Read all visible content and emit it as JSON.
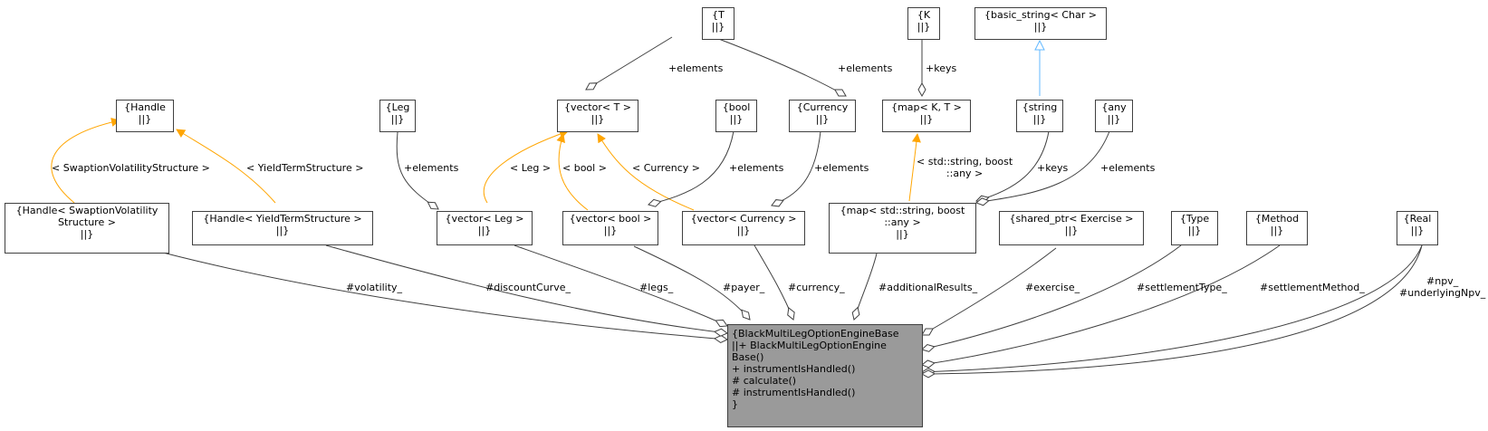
{
  "nodes": {
    "main": "{BlackMultiLegOptionEngineBase\n||+ BlackMultiLegOptionEngine\nBase()\n+ instrumentIsHandled()\n# calculate()\n# instrumentIsHandled()\n}",
    "T": "{T\n||}",
    "K": "{K\n||}",
    "basic_string": "{basic_string< Char >\n||}",
    "handle": "{Handle\n||}",
    "leg": "{Leg\n||}",
    "vector_T": "{vector< T >\n||}",
    "bool": "{bool\n||}",
    "currency": "{Currency\n||}",
    "map_KT": "{map< K, T >\n||}",
    "string": "{string\n||}",
    "any": "{any\n||}",
    "handle_swaption": "{Handle< SwaptionVolatility\nStructure >\n||}",
    "handle_yield": "{Handle< YieldTermStructure >\n||}",
    "vector_leg": "{vector< Leg >\n||}",
    "vector_bool": "{vector< bool >\n||}",
    "vector_currency": "{vector< Currency >\n||}",
    "map_string_any": "{map< std::string, boost\n::any >\n||}",
    "shared_ptr_exercise": "{shared_ptr< Exercise >\n||}",
    "type": "{Type\n||}",
    "method": "{Method\n||}",
    "real": "{Real\n||}"
  },
  "edge_labels": {
    "T_to_vector": "+elements",
    "T_to_map": "+elements",
    "K_to_map": "+keys",
    "swaption_template": "< SwaptionVolatilityStructure >",
    "yield_template": "< YieldTermStructure >",
    "leg_elements": "+elements",
    "leg_template": "< Leg >",
    "bool_template": "< bool >",
    "currency_template": "< Currency >",
    "bool_elements": "+elements",
    "currency_elements": "+elements",
    "map_template": "< std::string, boost\n::any >",
    "string_keys": "+keys",
    "any_elements": "+elements",
    "volatility": "#volatility_",
    "discount_curve": "#discountCurve_",
    "legs": "#legs_",
    "payer": "#payer_",
    "currency": "#currency_",
    "additional_results": "#additionalResults_",
    "exercise": "#exercise_",
    "settlement_type": "#settlementType_",
    "settlement_method": "#settlementMethod_",
    "npv": "#npv_\n#underlyingNpv_"
  },
  "colors": {
    "association_edge": "#404040",
    "template_edge": "#ffa500",
    "inheritance_edge": "#63b8ff",
    "main_fill": "#9a9a9a"
  }
}
